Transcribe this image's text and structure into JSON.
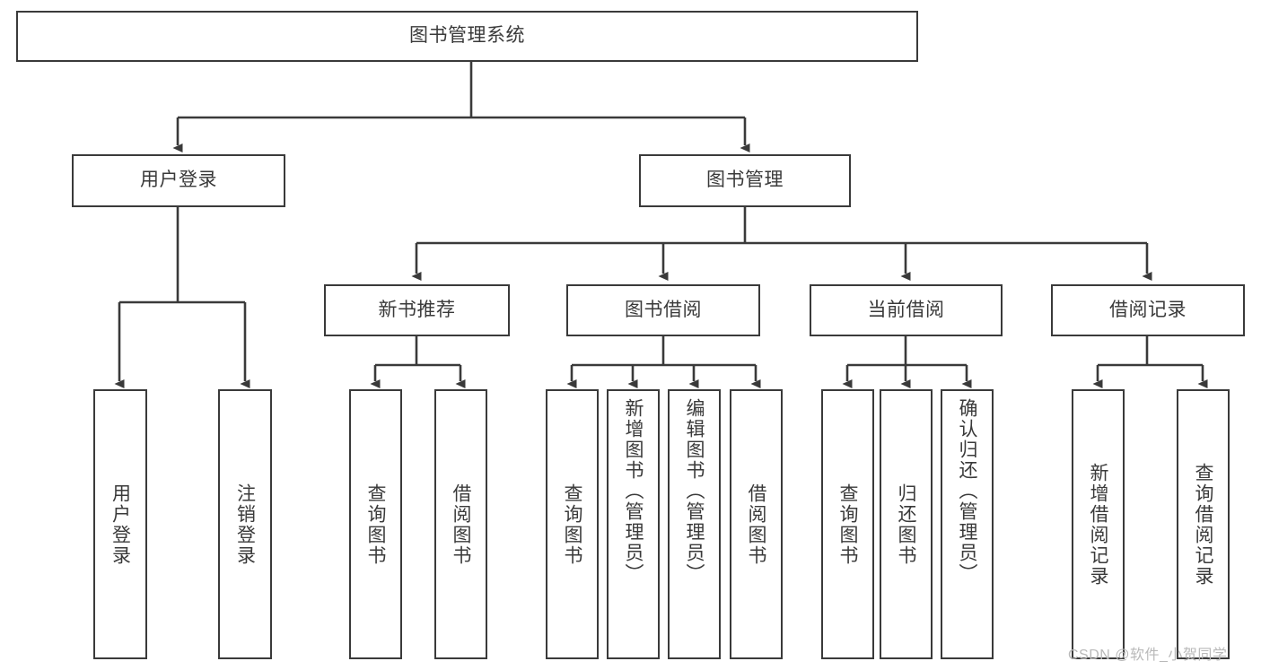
{
  "diagram": {
    "title": "图书管理系统",
    "type": "tree-hierarchy-chart",
    "watermark": "CSDN @软件_小贺同学",
    "root": {
      "id": "root",
      "label": "图书管理系统"
    },
    "level2": [
      {
        "id": "user-login",
        "label": "用户登录"
      },
      {
        "id": "book-manage",
        "label": "图书管理"
      }
    ],
    "level3": [
      {
        "id": "new-book-recommend",
        "label": "新书推荐"
      },
      {
        "id": "book-borrow",
        "label": "图书借阅"
      },
      {
        "id": "current-borrow",
        "label": "当前借阅"
      },
      {
        "id": "borrow-record",
        "label": "借阅记录"
      }
    ],
    "leaves": [
      {
        "id": "leaf-user-login",
        "label": "用户登录",
        "parent": "user-login"
      },
      {
        "id": "leaf-logout-login",
        "label": "注销登录",
        "parent": "user-login"
      },
      {
        "id": "leaf-query-book-1",
        "label": "查询图书",
        "parent": "new-book-recommend"
      },
      {
        "id": "leaf-borrow-book-1",
        "label": "借阅图书",
        "parent": "new-book-recommend"
      },
      {
        "id": "leaf-query-book-2",
        "label": "查询图书",
        "parent": "book-borrow"
      },
      {
        "id": "leaf-add-book",
        "label": "新增图书（管理员）",
        "parent": "book-borrow"
      },
      {
        "id": "leaf-edit-book",
        "label": "编辑图书（管理员）",
        "parent": "book-borrow"
      },
      {
        "id": "leaf-borrow-book-2",
        "label": "借阅图书",
        "parent": "book-borrow"
      },
      {
        "id": "leaf-query-book-3",
        "label": "查询图书",
        "parent": "current-borrow"
      },
      {
        "id": "leaf-return-book",
        "label": "归还图书",
        "parent": "current-borrow"
      },
      {
        "id": "leaf-confirm-return",
        "label": "确认归还（管理员）",
        "parent": "current-borrow"
      },
      {
        "id": "leaf-add-record",
        "label": "新增借阅记录",
        "parent": "borrow-record"
      },
      {
        "id": "leaf-query-record",
        "label": "查询借阅记录",
        "parent": "borrow-record"
      }
    ],
    "colors": {
      "border": "#3a3a3a",
      "text": "#3a3a3a",
      "background": "#ffffff",
      "watermark": "#b9b9b9"
    }
  }
}
